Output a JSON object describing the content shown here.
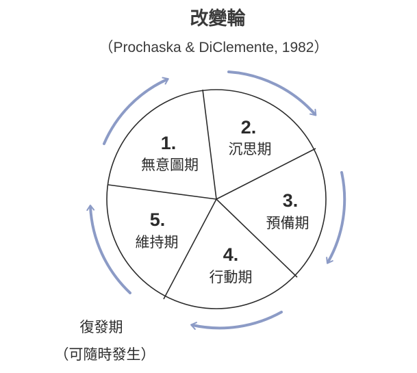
{
  "title": "改變輪",
  "citation": "（Prochaska & DiClemente, 1982）",
  "stages": [
    {
      "number": "1.",
      "name": "無意圖期"
    },
    {
      "number": "2.",
      "name": "沉思期"
    },
    {
      "number": "3.",
      "name": "預備期"
    },
    {
      "number": "4.",
      "name": "行動期"
    },
    {
      "number": "5.",
      "name": "維持期"
    }
  ],
  "relapse": {
    "label": "復發期",
    "note": "（可隨時發生）"
  },
  "colors": {
    "arrow": "#8c9bc6",
    "outline": "#2b2b2b",
    "text": "#2b2b2b"
  }
}
